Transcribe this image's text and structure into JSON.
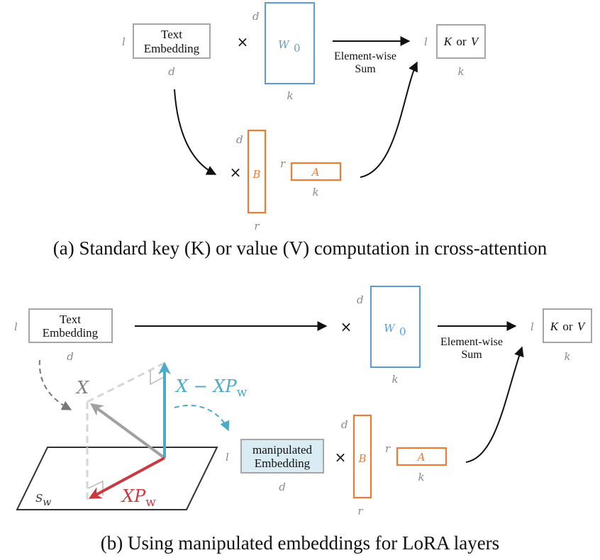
{
  "colors": {
    "w0_blue": "#5b9bd5",
    "lora_orange": "#f07a33",
    "gray_box": "#a6a6a6",
    "dim_gray": "#8a8a8a",
    "orth_teal": "#4aabc6",
    "proj_red": "#c9393f",
    "x_gray": "#a0a0a0",
    "manip_fill": "#d9ecf3"
  },
  "panel_a": {
    "text_embedding": {
      "line1": "Text",
      "line2": "Embedding",
      "rows": "l",
      "cols": "d"
    },
    "times1": "×",
    "w0": {
      "label": "W",
      "sub": "0",
      "rows": "d",
      "cols": "k"
    },
    "sum_label": {
      "line1": "Element-wise",
      "line2": "Sum"
    },
    "output": {
      "k": "K",
      "or": "or",
      "v": "V",
      "rows": "l",
      "cols": "k"
    },
    "times2": "×",
    "b": {
      "label": "B",
      "rows": "d",
      "cols": "r"
    },
    "a": {
      "label": "A",
      "rows": "r",
      "cols": "k"
    },
    "caption": "(a) Standard key (K) or value (V) computation in cross-attention"
  },
  "panel_b": {
    "text_embedding": {
      "line1": "Text",
      "line2": "Embedding",
      "rows": "l",
      "cols": "d"
    },
    "times1": "×",
    "w0": {
      "label": "W",
      "sub": "0",
      "rows": "d",
      "cols": "k"
    },
    "sum_label": {
      "line1": "Element-wise",
      "line2": "Sum"
    },
    "output": {
      "k": "K",
      "or": "or",
      "v": "V",
      "rows": "l",
      "cols": "k"
    },
    "manipulated": {
      "line1": "manipulated",
      "line2": "Embedding",
      "rows": "l",
      "cols": "d"
    },
    "times2": "×",
    "b": {
      "label": "B",
      "rows": "d",
      "cols": "r"
    },
    "a": {
      "label": "A",
      "rows": "r",
      "cols": "k"
    },
    "vectors": {
      "x": "X",
      "orth": "X − XP",
      "orth_sub": "w",
      "proj": "XP",
      "proj_sub": "w",
      "subspace": "S",
      "subspace_sub": "w"
    },
    "caption": "(b) Using manipulated embeddings for LoRA layers"
  }
}
